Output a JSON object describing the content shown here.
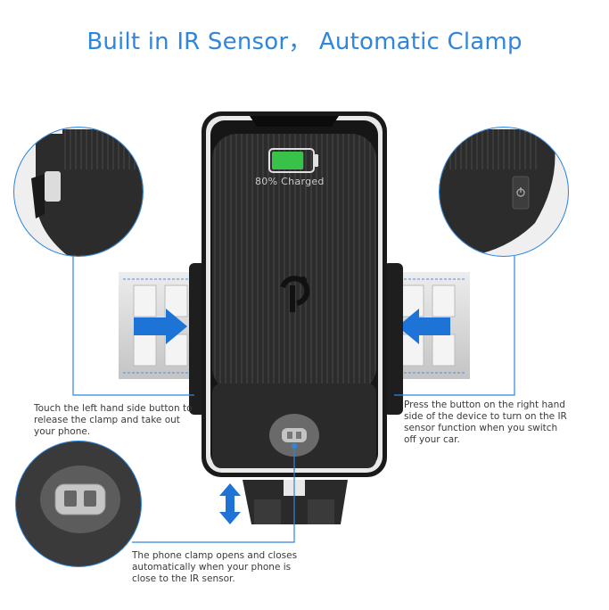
{
  "title": "Built in IR Sensor， Automatic Clamp",
  "battery": {
    "label": "80% Charged",
    "level": 0.8,
    "color": "#39c24a"
  },
  "captions": {
    "left": "Touch the left hand side button to\nrelease the clamp and take out\nyour phone.",
    "right": "Press the button on the right hand\nside of the device to turn on the IR\nsensor function when you switch\noff your car.",
    "bottom": "The phone clamp opens and closes\nautomatically when your phone is\nclose to the IR sensor."
  },
  "colors": {
    "accent": "#2f86dc",
    "arrow": "#1e73d6",
    "device": "#2b2b2b"
  },
  "icons": [
    "qi-logo-icon",
    "ir-sensor-icon",
    "clamp-arrow-icon",
    "vertical-arrow-icon",
    "power-button-icon"
  ]
}
